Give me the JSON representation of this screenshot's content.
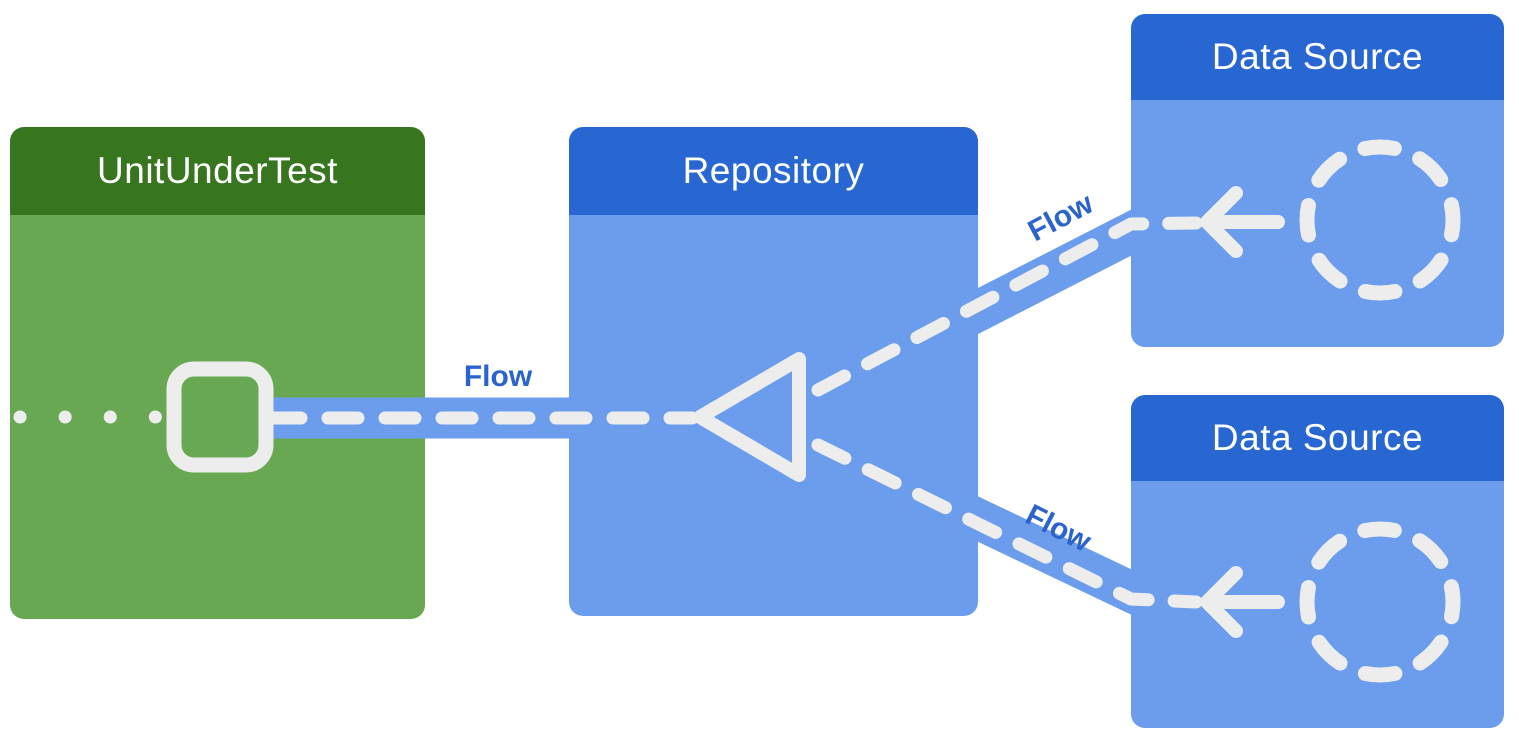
{
  "nodes": {
    "unit_under_test": {
      "title": "UnitUnderTest"
    },
    "repository": {
      "title": "Repository"
    },
    "data_source_top": {
      "title": "Data Source"
    },
    "data_source_bottom": {
      "title": "Data Source"
    }
  },
  "edges": {
    "unit_to_repository": {
      "label": "Flow"
    },
    "repository_to_data_source_top": {
      "label": "Flow"
    },
    "repository_to_data_source_bottom": {
      "label": "Flow"
    }
  },
  "icons": {
    "square": "collector-square-icon",
    "triangle": "merge-triangle-icon",
    "arrow_top": "left-arrow-icon",
    "arrow_bottom": "left-arrow-icon",
    "circle_top": "dashed-circle-icon",
    "circle_bottom": "dashed-circle-icon"
  },
  "colors": {
    "green_header": "#38751f",
    "green_body": "#68a852",
    "blue_header": "#2867d2",
    "blue_body": "#6c9dec",
    "flow_band": "#6c9dec",
    "dash_white": "#ededed",
    "flow_label": "#2a63ce",
    "title_text": "#ffffff",
    "background": "#ffffff"
  }
}
